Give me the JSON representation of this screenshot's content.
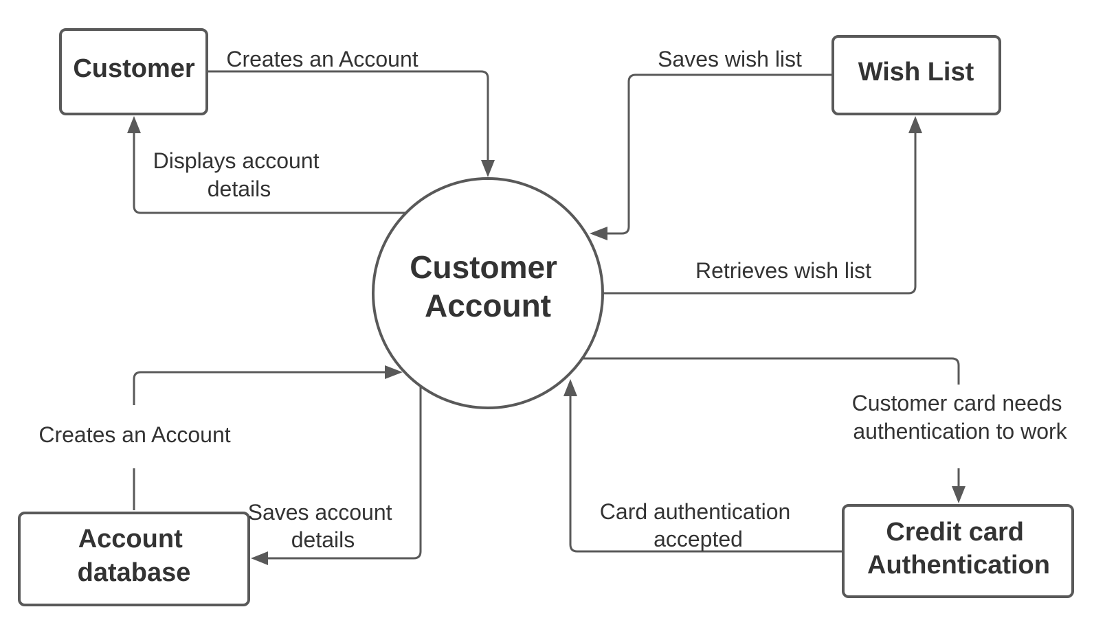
{
  "nodes": {
    "customer": "Customer",
    "wish_list": "Wish List",
    "customer_account": [
      "Customer",
      "Account"
    ],
    "account_database": [
      "Account",
      "database"
    ],
    "credit_card_auth": [
      "Credit card",
      "Authentication"
    ]
  },
  "edges": {
    "customer_creates_account": "Creates an Account",
    "displays_account_details": [
      "Displays account",
      "details"
    ],
    "saves_wish_list": "Saves wish list",
    "retrieves_wish_list": "Retrieves wish list",
    "database_creates_account": "Creates an Account",
    "saves_account_details": [
      "Saves account",
      "details"
    ],
    "card_needs_authentication": [
      "Customer card needs",
      "authentication to work"
    ],
    "card_authentication_accepted": [
      "Card authentication",
      "accepted"
    ]
  },
  "colors": {
    "stroke": "#595959",
    "text": "#333333",
    "background": "#ffffff"
  }
}
